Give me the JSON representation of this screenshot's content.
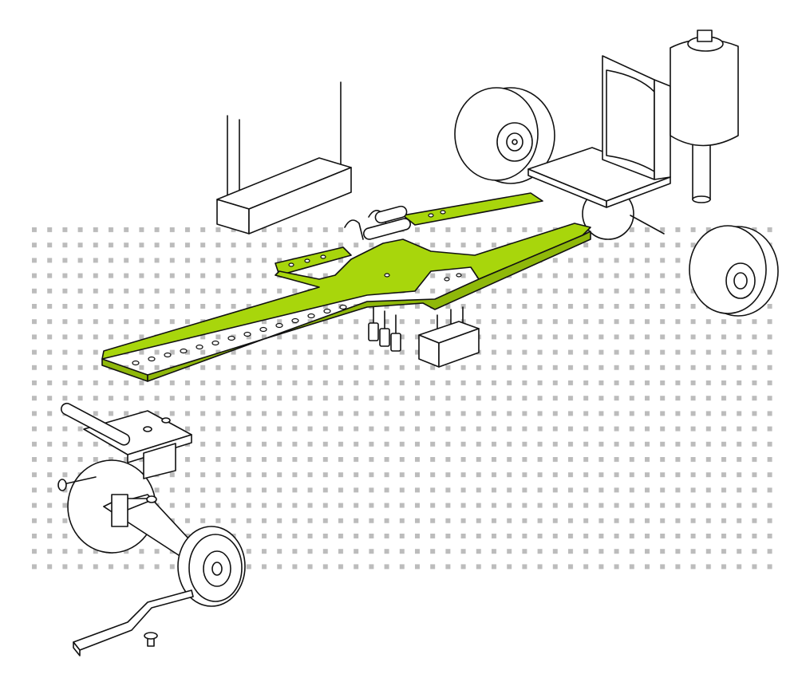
{
  "diagram": {
    "type": "exploded-assembly-illustration",
    "colors": {
      "chassis": "#a8d60c",
      "outline": "#111111",
      "grid_dots": "#bcbcbc",
      "background": "#ffffff"
    },
    "parts": [
      "sensor-board-with-pins",
      "rear-wheel-left",
      "motor-bracket",
      "motor",
      "rear-wheel-right",
      "main-chassis-plate",
      "screws",
      "connector-block",
      "front-steering-plate",
      "front-axle",
      "front-wheel",
      "steering-arm",
      "small-screw"
    ]
  }
}
